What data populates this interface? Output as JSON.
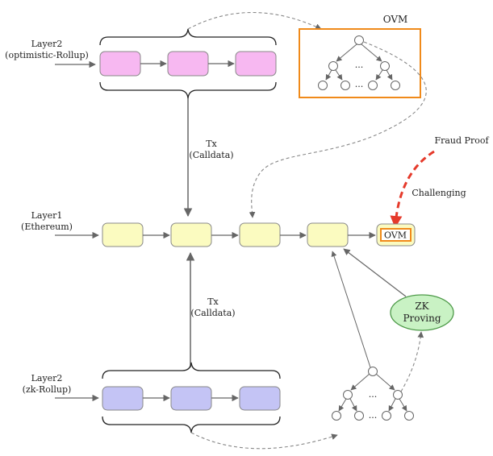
{
  "labels": {
    "l2_opt_line1": "Layer2",
    "l2_opt_line2": "(optimistic-Rollup)",
    "l1_line1": "Layer1",
    "l1_line2": "(Ethereum)",
    "l2_zk_line1": "Layer2",
    "l2_zk_line2": "(zk-Rollup)",
    "tx_top_line1": "Tx",
    "tx_top_line2": "(Calldata)",
    "tx_bottom_line1": "Tx",
    "tx_bottom_line2": "(Calldata)",
    "ovm_title": "OVM",
    "ovm_block": "OVM",
    "fraud_proof": "Fraud Proof",
    "challenging": "Challenging",
    "zk_line1": "ZK",
    "zk_line2": "Proving",
    "ellipsis": "..."
  },
  "colors": {
    "optimistic_block": "#f7b8f1",
    "l1_block": "#fbfbc0",
    "zk_block": "#c4c4f5",
    "ovm_border": "#f08a1a",
    "fraud_arrow": "#e53a2b",
    "zk_proving_fill": "#c9f2c4",
    "zk_proving_stroke": "#4e9a49",
    "line": "#666666"
  }
}
